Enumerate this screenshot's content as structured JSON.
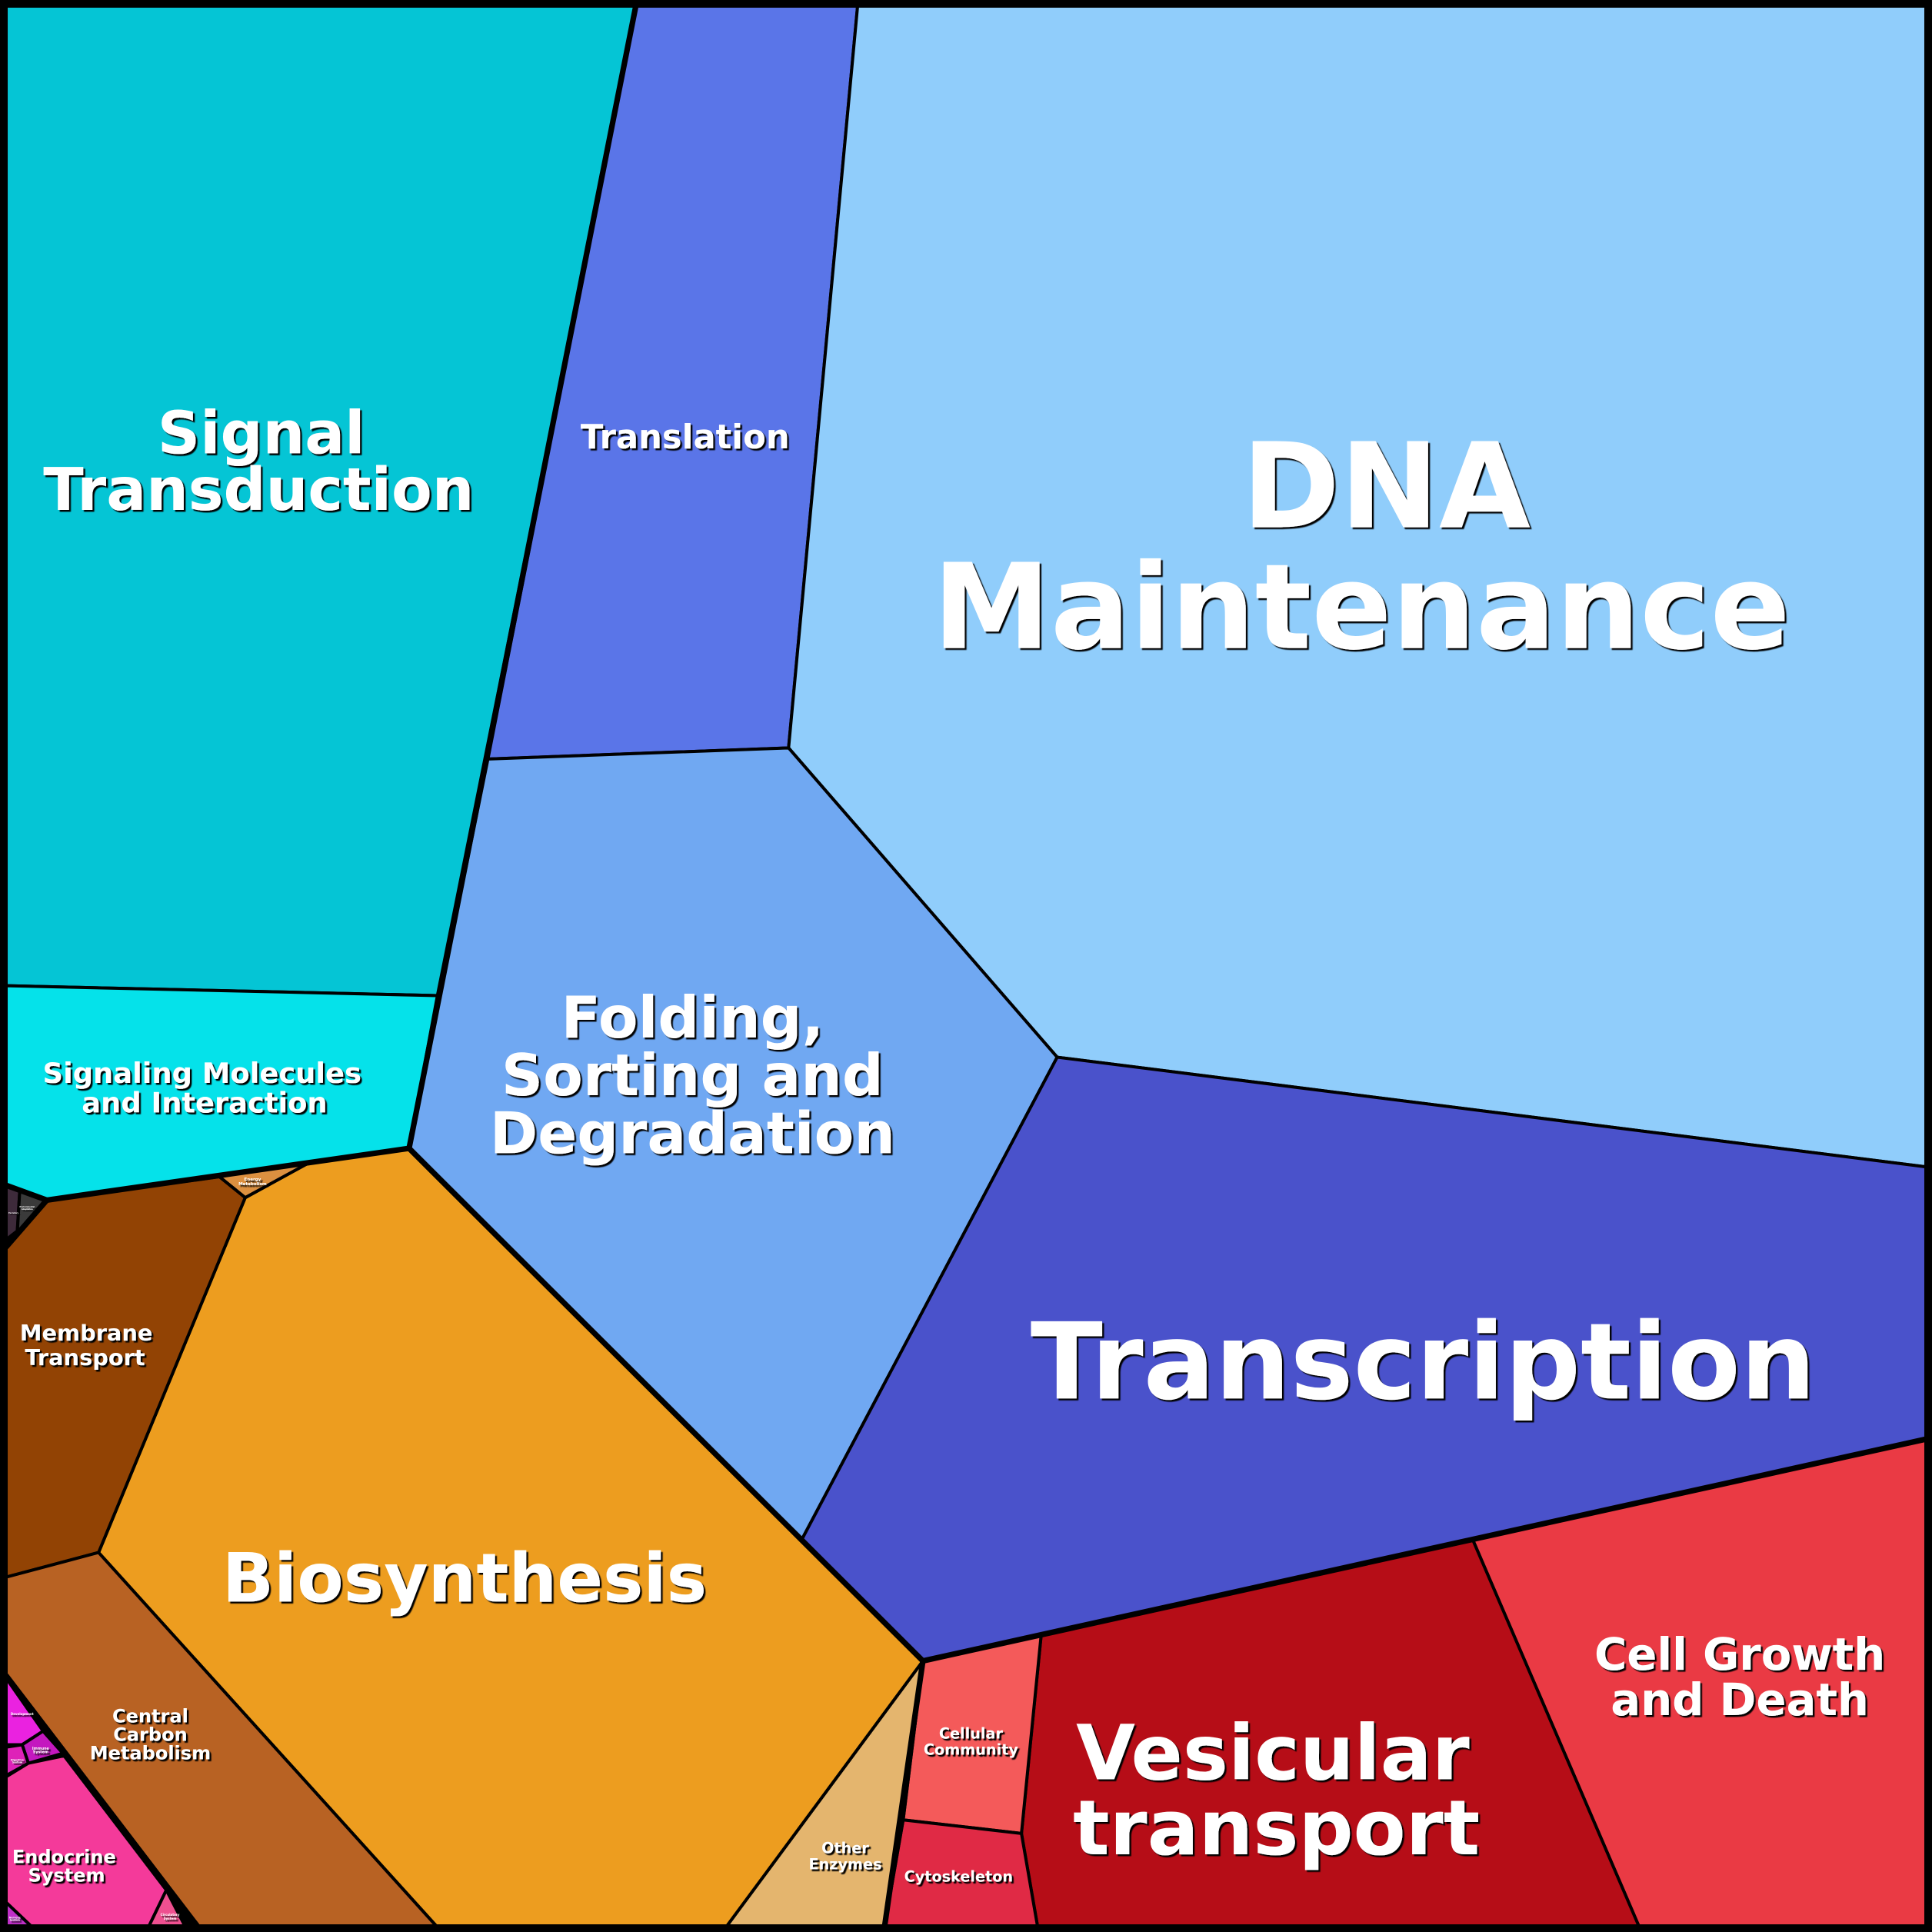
{
  "title": "Pathway Voronoi treemap",
  "colors": {
    "border": "#000000",
    "label": "#ffffff"
  },
  "cells": {
    "signal_transduction": {
      "lines": [
        "Signal",
        "Transduction"
      ],
      "color": "#05c5d5"
    },
    "signaling_molecules": {
      "lines": [
        "Signaling Molecules",
        "and Interaction"
      ],
      "color": "#05e2ea"
    },
    "translation": {
      "lines": [
        "Translation"
      ],
      "color": "#5a75e8"
    },
    "dna_maintenance": {
      "lines": [
        "DNA",
        "Maintenance"
      ],
      "color": "#90cdfb"
    },
    "folding": {
      "lines": [
        "Folding,",
        "Sorting and",
        "Degradation"
      ],
      "color": "#70a8f2"
    },
    "transcription": {
      "lines": [
        "Transcription"
      ],
      "color": "#4a52cb"
    },
    "cell_growth": {
      "lines": [
        "Cell Growth",
        "and Death"
      ],
      "color": "#ea3a44"
    },
    "vesicular_transport": {
      "lines": [
        "Vesicular",
        "transport"
      ],
      "color": "#b60d17"
    },
    "cellular_community": {
      "lines": [
        "Cellular",
        "Community"
      ],
      "color": "#f45a5a"
    },
    "cytoskeleton": {
      "lines": [
        "Cytoskeleton"
      ],
      "color": "#e02a45"
    },
    "other_enzymes": {
      "lines": [
        "Other",
        "Enzymes"
      ],
      "color": "#e4b56e"
    },
    "biosynthesis": {
      "lines": [
        "Biosynthesis"
      ],
      "color": "#ed9d1f"
    },
    "energy_metabolism": {
      "lines": [
        "Energy",
        "Metabolism"
      ],
      "color": "#dc9040"
    },
    "membrane_transport": {
      "lines": [
        "Membrane",
        "Transport"
      ],
      "color": "#924304"
    },
    "central_carbon": {
      "lines": [
        "Central",
        "Carbon",
        "Metabolism"
      ],
      "color": "#b86223"
    },
    "development": {
      "lines": [
        "Development"
      ],
      "color": "#ea22e0"
    },
    "immune_system": {
      "lines": [
        "Immune",
        "System"
      ],
      "color": "#c418bf"
    },
    "digestive_system": {
      "lines": [
        "Digestive",
        "System"
      ],
      "color": "#de22b8"
    },
    "endocrine_system": {
      "lines": [
        "Endocrine",
        "System"
      ],
      "color": "#f43a9a"
    },
    "nervous_system": {
      "lines": [
        "Nervous",
        "System"
      ],
      "color": "#c030c8"
    },
    "circulatory_system": {
      "lines": [
        "Circulatory",
        "System"
      ],
      "color": "#ef5090"
    },
    "excretory_system": {
      "lines": [
        "Excretory"
      ],
      "color": "#3d2a3a"
    },
    "environmental_adaptation": {
      "lines": [
        "Environmental",
        "Adaptation"
      ],
      "color": "#3a3a3a"
    }
  }
}
